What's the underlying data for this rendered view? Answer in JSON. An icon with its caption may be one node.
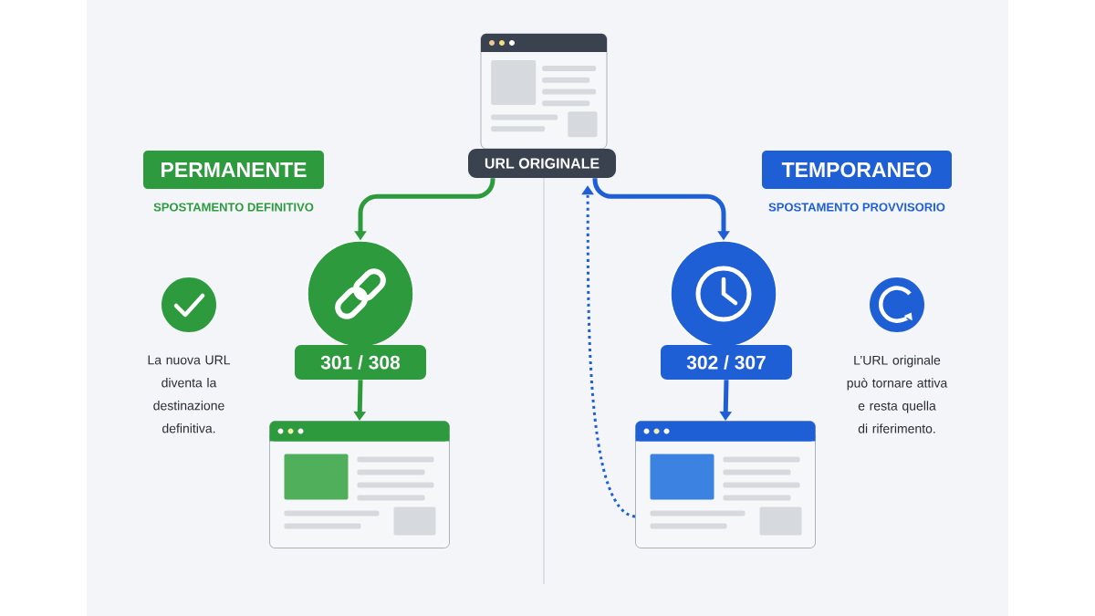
{
  "diagram": {
    "nodes": [
      {
        "text": [],
        "shape": "picture"
      },
      {
        "text": [
          "URL ORIGINALE"
        ]
      },
      {
        "text": [
          "PERMANENTE"
        ],
        "beside": [
          "SPOSTAMENTO DEFINITIVO"
        ]
      },
      {
        "text": [
          "TEMPORANEO"
        ],
        "beside": [
          "SPOSTAMENTO PROVVISORIO"
        ]
      },
      {
        "text": [],
        "shape": "circle"
      },
      {
        "text": [
          "301 / 308"
        ]
      },
      {
        "text": [],
        "shape": "picture"
      },
      {
        "text": [],
        "shape": "circle"
      },
      {
        "text": [
          "302 / 307"
        ]
      },
      {
        "text": [],
        "shape": "picture"
      }
    ],
    "edges": [
      {
        "from": 1,
        "to": 4,
        "arrow": "to",
        "color": "#2e9a3e"
      },
      {
        "from": 5,
        "to": 6,
        "arrow": "to",
        "color": "#2e9a3e"
      },
      {
        "from": 1,
        "to": 7,
        "arrow": "to",
        "color": "#1f5fd6"
      },
      {
        "from": 8,
        "to": 9,
        "arrow": "to",
        "color": "#1f5fd6"
      },
      {
        "from": 9,
        "to": 1,
        "arrow": "to",
        "style": "dashed",
        "color": "#1f5fd6"
      }
    ],
    "labels": [
      "La nuova URL diventa la destinazione definitiva.",
      "L’URL originale può tornare attiva e resta quella di riferimento."
    ]
  }
}
